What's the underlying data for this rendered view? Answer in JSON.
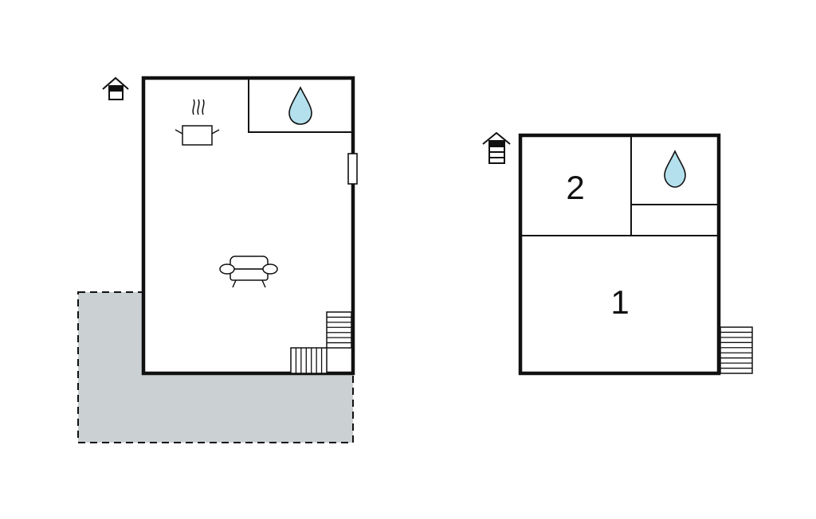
{
  "colors": {
    "wall": "#111111",
    "terrace_fill": "#cbd1d3",
    "water_drop": "#b3e0ec",
    "background": "#ffffff"
  },
  "ground_floor": {
    "icons": [
      "entrance-icon",
      "kitchen-pot-icon",
      "water-drop-icon",
      "door-icon",
      "sofa-icon",
      "stairs"
    ],
    "terrace": "dashed-outline-shaded"
  },
  "upper_floor": {
    "icons": [
      "floor-indicator-icon",
      "water-drop-icon",
      "stairs"
    ],
    "rooms": [
      {
        "label": "2"
      },
      {
        "label": "1"
      }
    ]
  }
}
